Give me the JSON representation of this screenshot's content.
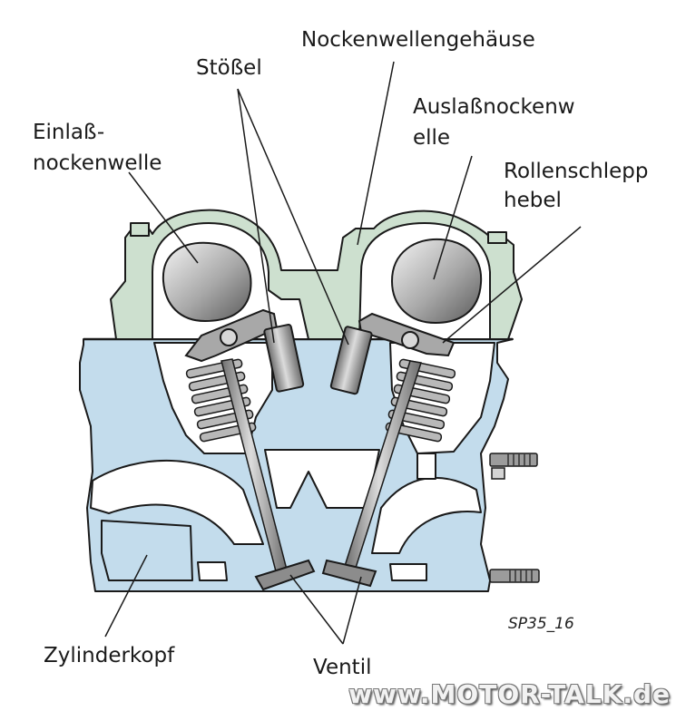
{
  "labels": {
    "nockenwellengehaeuse": "Nockenwellengehäuse",
    "stoessel": "Stößel",
    "auslass_line1": "Auslaßnockenw",
    "auslass_line2": "elle",
    "einlass_line1": "Einlaß-",
    "einlass_line2": "nockenwelle",
    "rollen_line1": "Rollenschlepp",
    "rollen_line2": "hebel",
    "zylinderkopf": "Zylinderkopf",
    "ventil": "Ventil"
  },
  "figure_id": "SP35_16",
  "watermark": "www.MOTOR-TALK.de",
  "colors": {
    "cylinder_head": "#c3dcec",
    "camshaft_housing": "#cde0cf",
    "outline": "#1a1a1a",
    "metal": "#9a9a9a"
  }
}
